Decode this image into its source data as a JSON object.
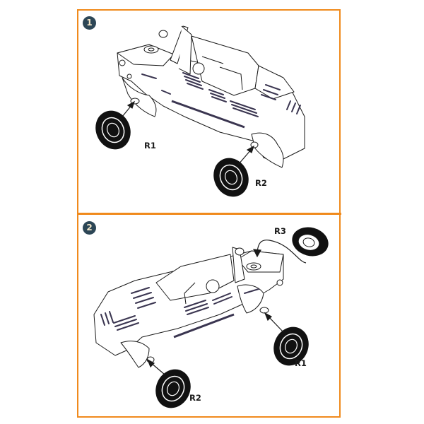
{
  "colors": {
    "frame": "#f08a1c",
    "badge_bg": "#2c4656",
    "badge_text": "#f3e6c8",
    "line": "#1a1a1a",
    "accent_stripe": "#3a3550"
  },
  "steps": [
    {
      "number": "1",
      "parts": [
        {
          "label": "R1",
          "description": "front wheel"
        },
        {
          "label": "R2",
          "description": "rear wheel"
        }
      ]
    },
    {
      "number": "2",
      "parts": [
        {
          "label": "R3",
          "description": "spare wheel on front hood"
        },
        {
          "label": "R1",
          "description": "front wheel"
        },
        {
          "label": "R2",
          "description": "rear wheel"
        }
      ]
    }
  ]
}
